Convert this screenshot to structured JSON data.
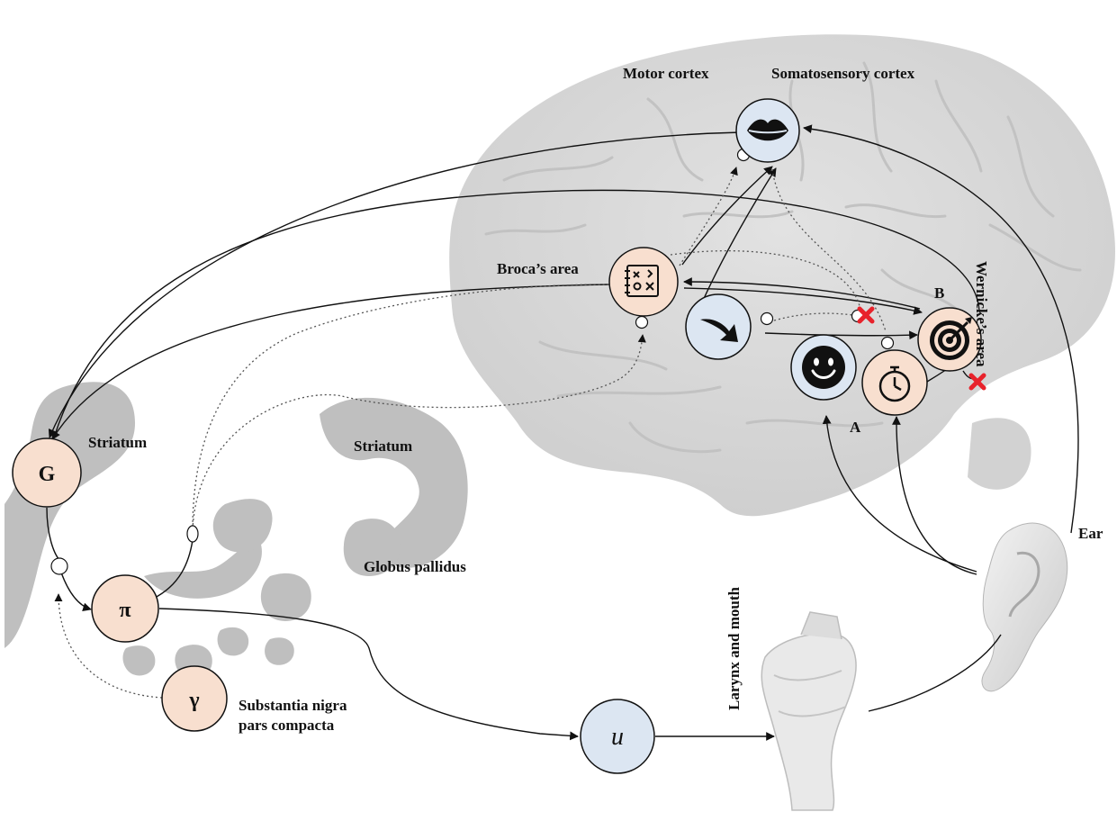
{
  "labels": {
    "motor_cortex": "Motor cortex",
    "somatosensory_cortex": "Somatosensory cortex",
    "brocas_area": "Broca’s area",
    "wernickes_area": "Wernicke’s area",
    "striatum_left": "Striatum",
    "striatum_center": "Striatum",
    "globus_pallidus": "Globus pallidus",
    "substantia_nigra_line1": "Substantia nigra",
    "substantia_nigra_line2": "pars compacta",
    "larynx_and_mouth": "Larynx and mouth",
    "ear": "Ear",
    "marker_a": "A",
    "marker_b": "B"
  },
  "nodes": {
    "g": "G",
    "pi": "π",
    "gamma": "γ",
    "u": "u"
  },
  "icons": {
    "lips": "lips-icon",
    "task": "task-list-icon",
    "arrow": "curved-arrow-icon",
    "smiley": "smiley-icon",
    "stopwatch": "stopwatch-icon",
    "target": "target-icon",
    "block": "red-x-icon"
  },
  "colors": {
    "peach_node": "#f8dfcf",
    "blue_node": "#dce6f2",
    "inhibit": "#e8222b",
    "brain": "#d6d6d6",
    "basal_ganglia": "#bdbdbd"
  }
}
